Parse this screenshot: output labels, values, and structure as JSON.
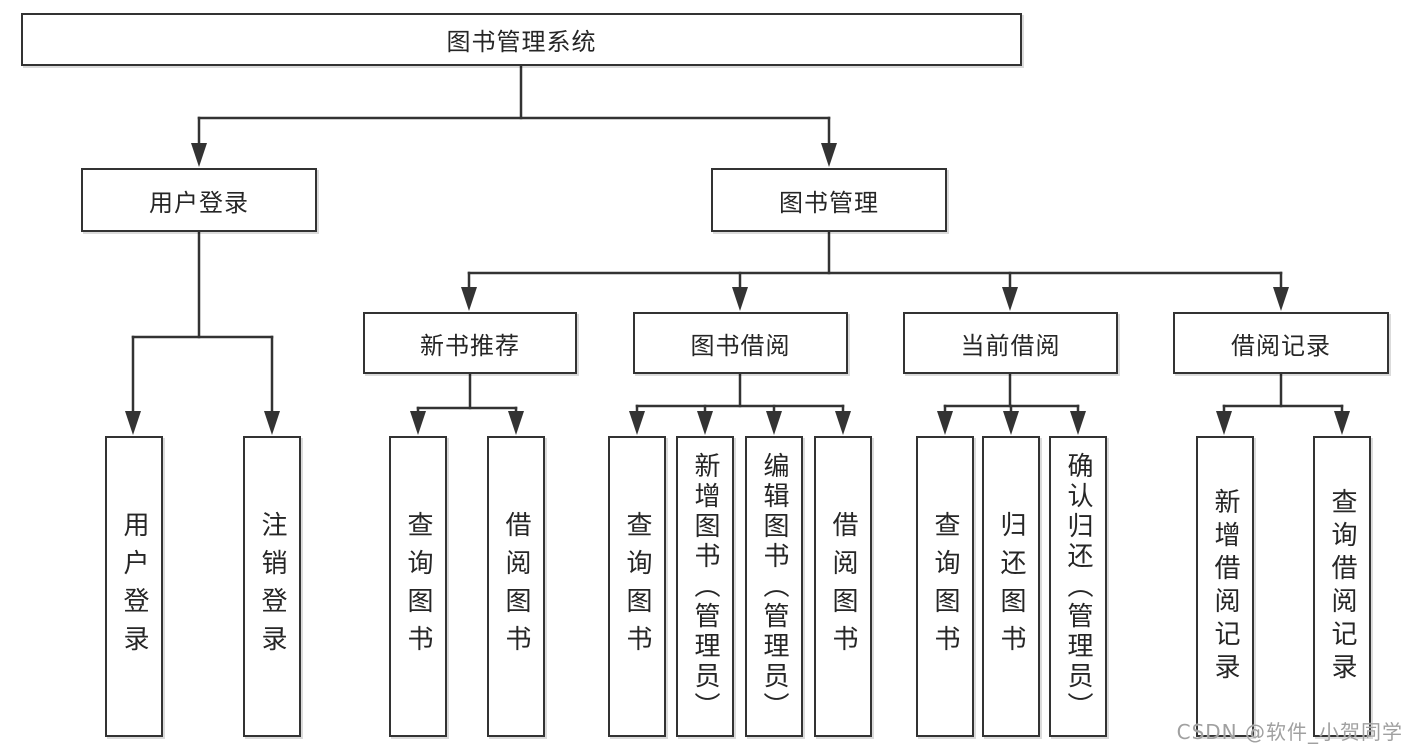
{
  "diagram": {
    "root": {
      "label": "图书管理系统"
    },
    "branches": [
      {
        "label": "用户登录",
        "children": [
          {
            "label": "用户登录"
          },
          {
            "label": "注销登录"
          }
        ]
      },
      {
        "label": "图书管理",
        "sections": [
          {
            "label": "新书推荐",
            "children": [
              {
                "label": "查询图书"
              },
              {
                "label": "借阅图书"
              }
            ]
          },
          {
            "label": "图书借阅",
            "children": [
              {
                "label": "查询图书"
              },
              {
                "label": "新增图书（管理员）"
              },
              {
                "label": "编辑图书（管理员）"
              },
              {
                "label": "借阅图书"
              }
            ]
          },
          {
            "label": "当前借阅",
            "children": [
              {
                "label": "查询图书"
              },
              {
                "label": "归还图书"
              },
              {
                "label": "确认归还（管理员）"
              }
            ]
          },
          {
            "label": "借阅记录",
            "children": [
              {
                "label": "新增借阅记录"
              },
              {
                "label": "查询借阅记录"
              }
            ]
          }
        ]
      }
    ]
  },
  "watermark": {
    "text": "CSDN @软件_小贺同学"
  },
  "colors": {
    "line": "#333333",
    "box_border": "#333333",
    "box_background": "#ffffff",
    "text": "#262626",
    "watermark_text": "#a0a0a0",
    "page_background": "#ffffff"
  }
}
